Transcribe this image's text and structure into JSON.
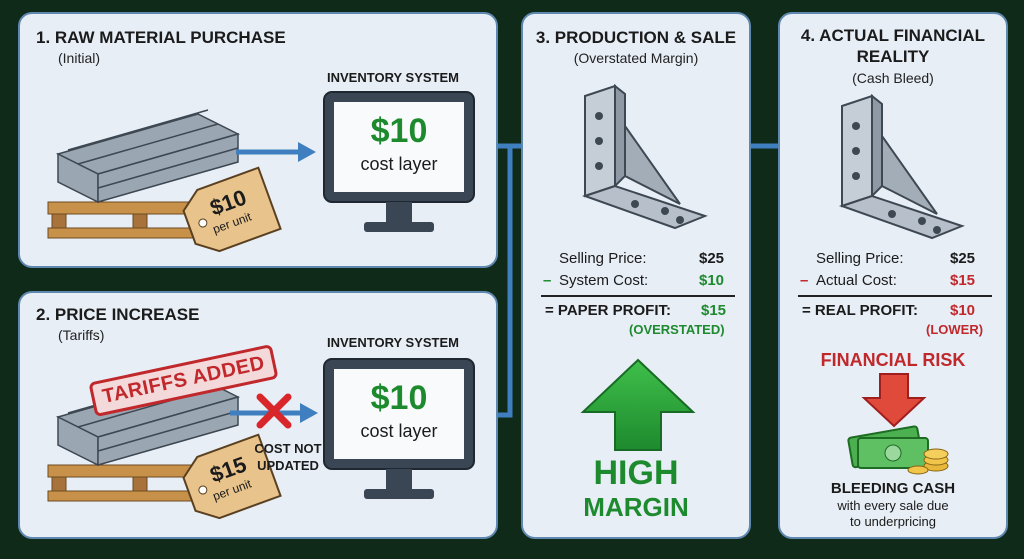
{
  "panel1": {
    "title": "1. RAW MATERIAL PURCHASE",
    "subtitle": "(Initial)",
    "inventory_label": "INVENTORY SYSTEM",
    "screen_amount": "$10",
    "screen_label": "cost layer",
    "tag_amount": "$10",
    "tag_unit": "per unit"
  },
  "panel2": {
    "title": "2. PRICE INCREASE",
    "subtitle": "(Tariffs)",
    "stamp": "TARIFFS ADDED",
    "inventory_label": "INVENTORY SYSTEM",
    "screen_amount": "$10",
    "screen_label": "cost layer",
    "tag_amount": "$15",
    "tag_unit": "per unit",
    "note_line1": "COST NOT",
    "note_line2": "UPDATED"
  },
  "panel3": {
    "title": "3. PRODUCTION & SALE",
    "subtitle": "(Overstated Margin)",
    "selling_label": "Selling Price:",
    "selling_value": "$25",
    "cost_sign": "–",
    "cost_label": "System Cost:",
    "cost_value": "$10",
    "profit_label": "= PAPER PROFIT:",
    "profit_value": "$15",
    "profit_note": "(OVERSTATED)",
    "margin_line1": "HIGH",
    "margin_line2": "MARGIN"
  },
  "panel4": {
    "title_line1": "4. ACTUAL FINANCIAL",
    "title_line2": "REALITY",
    "subtitle": "(Cash Bleed)",
    "selling_label": "Selling Price:",
    "selling_value": "$25",
    "cost_sign": "–",
    "cost_label": "Actual Cost:",
    "cost_value": "$15",
    "profit_label": "= REAL PROFIT:",
    "profit_value": "$10",
    "profit_note": "(LOWER)",
    "risk_label": "FINANCIAL RISK",
    "bleed_title": "BLEEDING CASH",
    "bleed_line1": "with every sale due",
    "bleed_line2": "to underpricing"
  },
  "colors": {
    "green": "#1e8a2e",
    "red": "#c0282c",
    "arrow_blue": "#3f7fc0",
    "panel_bg": "#e7eef6",
    "panel_border": "#5f88b0"
  }
}
